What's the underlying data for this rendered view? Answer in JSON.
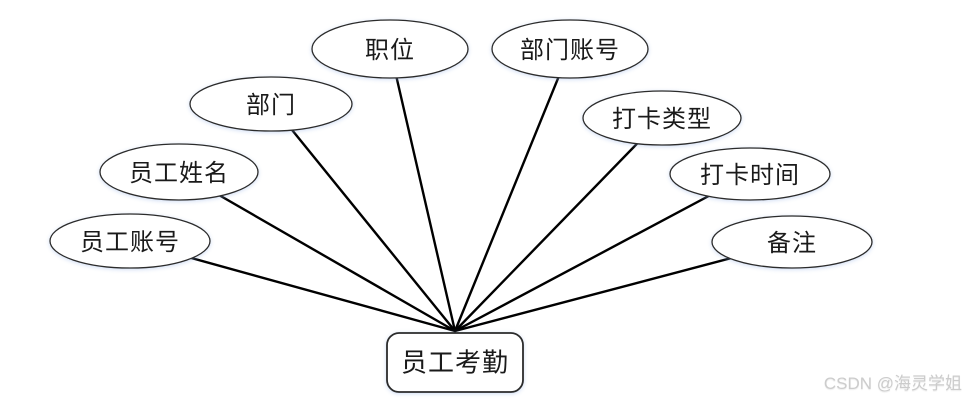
{
  "diagram": {
    "type": "er-attribute-diagram",
    "entity": {
      "id": "employee-attendance",
      "label": "员工考勤"
    },
    "attributes": [
      {
        "id": "employee-account",
        "label": "员工账号"
      },
      {
        "id": "employee-name",
        "label": "员工姓名"
      },
      {
        "id": "department",
        "label": "部门"
      },
      {
        "id": "position",
        "label": "职位"
      },
      {
        "id": "department-account",
        "label": "部门账号"
      },
      {
        "id": "clockin-type",
        "label": "打卡类型"
      },
      {
        "id": "clockin-time",
        "label": "打卡时间"
      },
      {
        "id": "remark",
        "label": "备注"
      }
    ]
  },
  "colors": {
    "line": "#000000",
    "shape_stroke": "#2b2b2b",
    "shape_fill": "#ffffff",
    "text": "#1a1a1a",
    "watermark": "#cccccc"
  },
  "watermark": {
    "text": "CSDN @海灵学姐"
  }
}
